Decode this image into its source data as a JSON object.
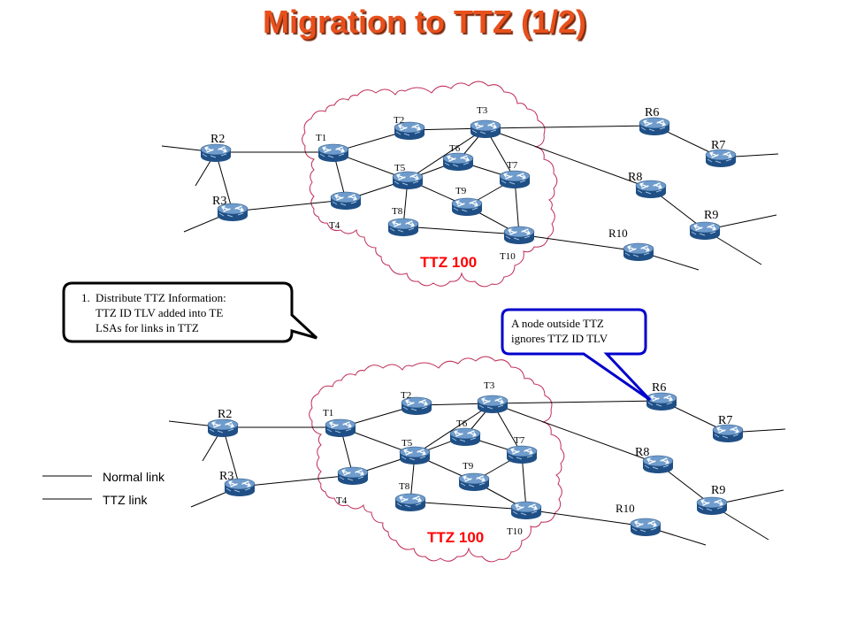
{
  "title": "Migration to TTZ (1/2)",
  "colors": {
    "title": "#e8501c",
    "cloud_outline": "#c0305a",
    "ttz_label": "#ff0000",
    "callout2_border": "#0000cc",
    "router_body": "#2f6aa8"
  },
  "top_diagram": {
    "routers": [
      "R2",
      "R3",
      "R6",
      "R7",
      "R8",
      "R9",
      "R10"
    ],
    "ttz_nodes": [
      "T1",
      "T2",
      "T3",
      "T4",
      "T5",
      "T6",
      "T7",
      "T8",
      "T9",
      "T10"
    ],
    "ttz_label": "TTZ 100"
  },
  "bottom_diagram": {
    "routers": [
      "R2",
      "R3",
      "R6",
      "R7",
      "R8",
      "R9",
      "R10"
    ],
    "ttz_nodes": [
      "T1",
      "T2",
      "T3",
      "T4",
      "T5",
      "T6",
      "T7",
      "T8",
      "T9",
      "T10"
    ],
    "ttz_label": "TTZ 100"
  },
  "callout1": {
    "number": "1.",
    "lines": [
      "Distribute TTZ Information:",
      "TTZ ID TLV added into TE",
      "LSAs for links in TTZ"
    ]
  },
  "callout2": {
    "lines": [
      "A node outside TTZ",
      "ignores TTZ ID TLV"
    ]
  },
  "legend": {
    "normal": "Normal link",
    "ttz": "TTZ link"
  },
  "icons": {
    "router": "router-icon",
    "cloud": "cloud-icon"
  }
}
